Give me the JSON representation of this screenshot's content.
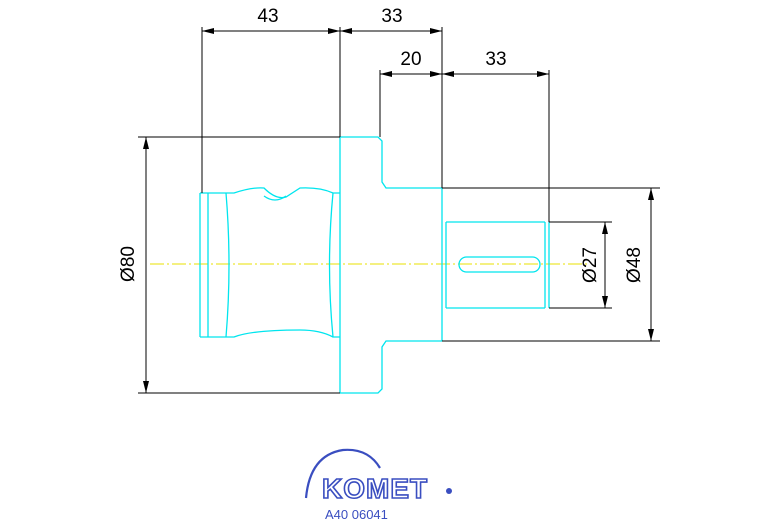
{
  "dimensions": {
    "d43": "43",
    "d33_top": "33",
    "d20": "20",
    "d33_right": "33",
    "dia80": "Ø80",
    "dia27": "Ø27",
    "dia48": "Ø48"
  },
  "logo": {
    "brand": "KOMET",
    "part_number": "A40 06041"
  },
  "colors": {
    "part_outline": "#00e5ee",
    "dimension": "#000000",
    "centerline": "#e8e200",
    "logo": "#3a4ec0"
  }
}
